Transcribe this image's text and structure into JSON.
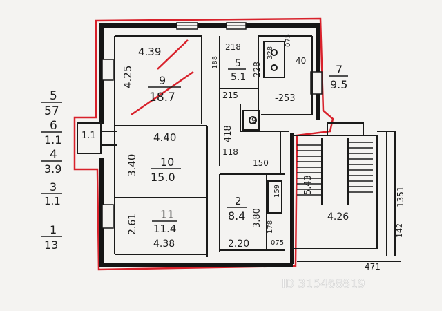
{
  "legend": {
    "item5": {
      "num": "5",
      "area": "57"
    },
    "item6": {
      "num": "6",
      "area": "1.1"
    },
    "item4": {
      "num": "4",
      "area": "3.9"
    },
    "item3": {
      "num": "3",
      "area": "1.1"
    },
    "item1": {
      "num": "1",
      "area": "13"
    }
  },
  "right_note": {
    "num": "7",
    "area": "9.5"
  },
  "rooms": {
    "r9": {
      "num": "9",
      "area": "18.7",
      "dim_top": "4.39",
      "dim_left": "4.25"
    },
    "r10": {
      "num": "10",
      "area": "15.0",
      "dim_top": "4.40",
      "dim_left": "3.40"
    },
    "r11": {
      "num": "11",
      "area": "11.4",
      "dim_left": "2.61",
      "dim_bottom": "4.38"
    },
    "r2": {
      "num": "2",
      "area": "8.4",
      "dim_right": "3.80",
      "dim_bottom": "2.20"
    },
    "r5": {
      "num": "5",
      "area": "5.1"
    },
    "stair_dim": "4.26",
    "balcony": "1.1"
  },
  "small_labels": {
    "l218": "218",
    "l228": "228",
    "l40": "40",
    "l215": "215",
    "l253": "-253",
    "l418": "418",
    "l118": "118",
    "l150": "150",
    "l159": "159",
    "l178": "178",
    "l075": "075",
    "l543": "5.43",
    "l1351": "1351",
    "l142": "142",
    "l471": "471",
    "l188": "188",
    "l328": "328",
    "l075b": "075",
    "l9": "9"
  },
  "watermark": "ID 315468819"
}
